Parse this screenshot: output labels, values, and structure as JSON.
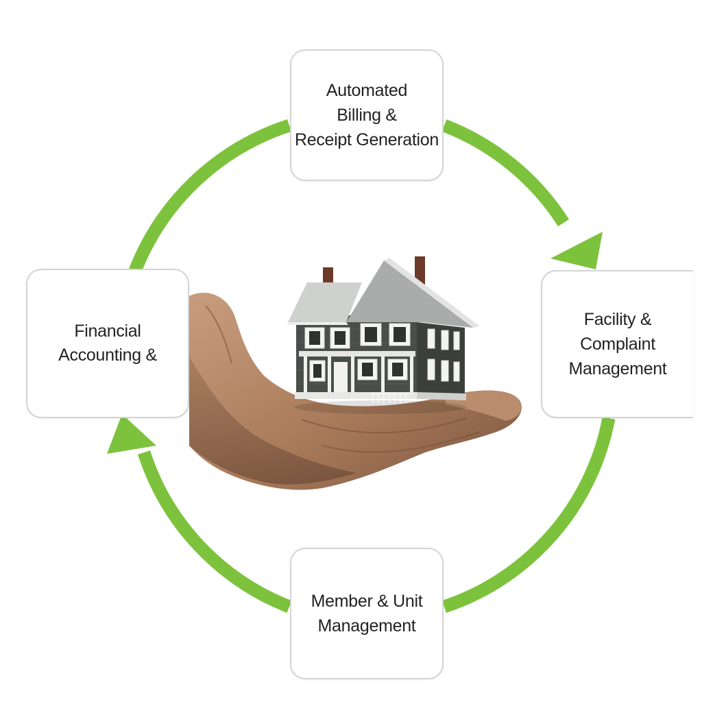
{
  "diagram": {
    "accent_color": "#7dc23c",
    "center_image": "hand-holding-house-icon",
    "nodes": [
      {
        "id": "top",
        "lines": [
          "Automated",
          "Billing &",
          "Receipt Generation"
        ]
      },
      {
        "id": "right",
        "lines": [
          "Facility &",
          "Complaint",
          "Management"
        ]
      },
      {
        "id": "bottom",
        "lines": [
          "Member & Unit",
          "Management"
        ]
      },
      {
        "id": "left",
        "lines": [
          "Financial",
          "Accounting &"
        ]
      }
    ]
  }
}
